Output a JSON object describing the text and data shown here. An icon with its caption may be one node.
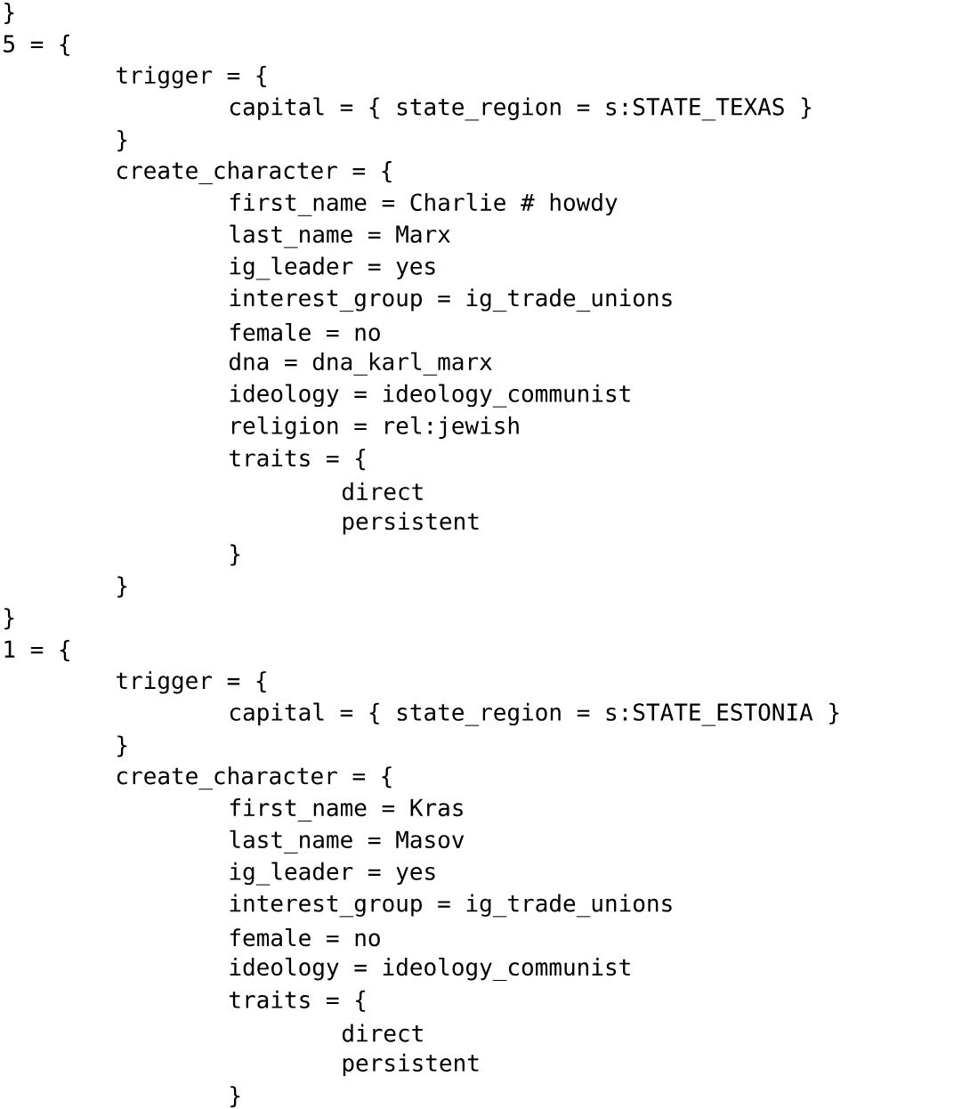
{
  "diagram": {
    "labels": [
      "}",
      "5 = {",
      "trigger = {",
      "capital = { state_region = s:STATE_TEXAS }",
      "}",
      "create_character = {",
      "first_name = Charlie # howdy",
      "last_name = Marx",
      "ig_leader = yes",
      "interest_group = ig_trade_unions",
      "female = no",
      "dna = dna_karl_marx",
      "ideology = ideology_communist",
      "religion = rel:jewish",
      "traits = {",
      "direct",
      "persistent",
      "}",
      "}",
      "}",
      "1 = {",
      "trigger = {",
      "capital = { state_region = s:STATE_ESTONIA }",
      "}",
      "create_character = {",
      "first_name = Kras",
      "last_name = Masov",
      "ig_leader = yes",
      "interest_group = ig_trade_unions",
      "female = no",
      "ideology = ideology_communist",
      "traits = {",
      "direct",
      "persistent",
      "}"
    ]
  }
}
